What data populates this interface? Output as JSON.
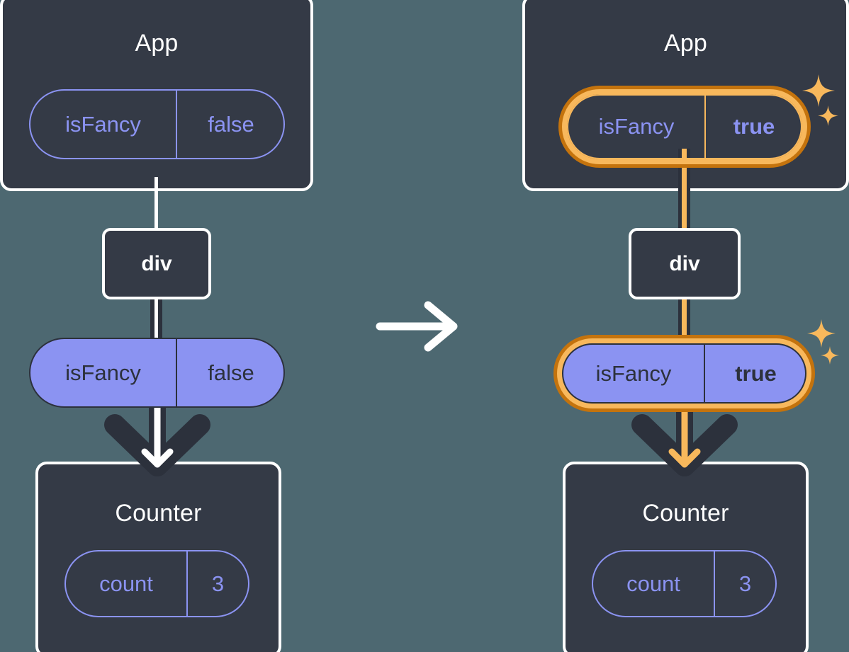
{
  "diagram": {
    "title": "React state propagation before and after toggling isFancy",
    "background_color": "#4d6871",
    "panel_color": "#343a46",
    "accent_purple": "#8b93f2",
    "accent_orange_light": "#f8b85c",
    "accent_orange_dark": "#c4730d",
    "outline_white": "#ffffff"
  },
  "left": {
    "app_panel": {
      "title": "App"
    },
    "app_state_pill": {
      "key": "isFancy",
      "value": "false",
      "style": "outline",
      "highlighted": false,
      "value_bold": false
    },
    "div_node": {
      "label": "div"
    },
    "prop_pill": {
      "key": "isFancy",
      "value": "false",
      "style": "solid",
      "highlighted": false,
      "value_bold": false
    },
    "counter_panel": {
      "title": "Counter"
    },
    "counter_state_pill": {
      "key": "count",
      "value": "3",
      "style": "outline",
      "highlighted": false,
      "value_bold": false
    },
    "connector_color": "#ffffff",
    "arrow_fill": "#ffffff"
  },
  "transition": {
    "icon": "arrow-right-icon",
    "color": "#ffffff"
  },
  "right": {
    "app_panel": {
      "title": "App"
    },
    "app_state_pill": {
      "key": "isFancy",
      "value": "true",
      "style": "outline",
      "highlighted": true,
      "value_bold": true
    },
    "div_node": {
      "label": "div"
    },
    "prop_pill": {
      "key": "isFancy",
      "value": "true",
      "style": "solid",
      "highlighted": true,
      "value_bold": true
    },
    "counter_panel": {
      "title": "Counter"
    },
    "counter_state_pill": {
      "key": "count",
      "value": "3",
      "style": "outline",
      "highlighted": false,
      "value_bold": false
    },
    "connector_color": "#f8b85c",
    "arrow_fill": "#f8b85c",
    "sparkles": [
      {
        "name": "sparkle-top",
        "color": "#f8b85c"
      },
      {
        "name": "sparkle-bottom",
        "color": "#f8b85c"
      }
    ]
  }
}
